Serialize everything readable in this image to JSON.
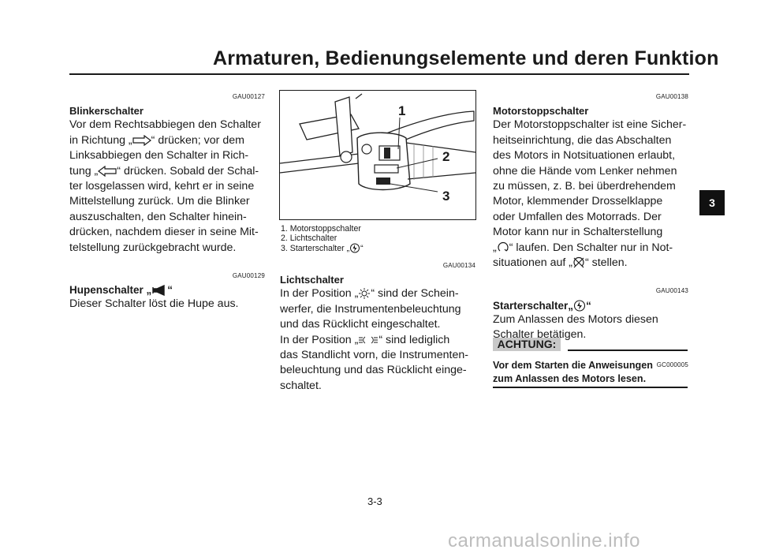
{
  "header": {
    "title": "Armaturen, Bedienungselemente und deren Funktion"
  },
  "chapter_tab": "3",
  "left": {
    "code1": "GAU00127",
    "heading1": "Blinkerschalter",
    "l1": [
      "Vor dem Rechtsabbiegen den Schalter"
    ],
    "l2a": "in Richtung „",
    "l2b": "“ drücken; vor dem",
    "l3": "Linksabbiegen den Schalter in Rich-",
    "l4a": "tung „",
    "l4b": "“ drücken. Sobald der Schal-",
    "l5": "ter losgelassen wird, kehrt er in seine",
    "l6": "Mittelstellung zurück. Um die Blinker",
    "l7": "auszuschalten, den Schalter hinein-",
    "l8": "drücken, nachdem dieser in seine Mit-",
    "l9": "telstellung zurückgebracht wurde.",
    "code2": "GAU00129",
    "heading2a": "Hupenschalter „",
    "heading2b": "“",
    "p2": "Dieser Schalter löst die Hupe aus."
  },
  "figure": {
    "callouts": [
      "1",
      "2",
      "3"
    ],
    "caption": [
      "1.  Motorstoppschalter",
      "2.  Lichtschalter",
      "3.  Starterschalter „"
    ],
    "caption_end": "“"
  },
  "middle": {
    "code": "GAU00134",
    "heading": "Lichtschalter",
    "l1a": "In der Position „",
    "l1b": "“ sind der Schein-",
    "l2": "werfer, die Instrumentenbeleuchtung",
    "l3": "und das Rücklicht eingeschaltet.",
    "l4a": "In der Position „",
    "l4b": "“ sind lediglich",
    "l5": "das Standlicht vorn, die Instrumenten-",
    "l6": "beleuchtung und das Rücklicht einge-",
    "l7": "schaltet."
  },
  "right": {
    "code1": "GAU00138",
    "heading1": "Motorstoppschalter",
    "l1": "Der Motorstoppschalter ist eine Sicher-",
    "l2": "heitseinrichtung, die das Abschalten",
    "l3": "des Motors in Notsituationen erlaubt,",
    "l4": "ohne die Hände vom Lenker nehmen",
    "l5": "zu müssen, z. B. bei überdrehendem",
    "l6": "Motor, klemmender Drosselklappe",
    "l7": "oder Umfallen des Motorrads. Der",
    "l8": "Motor kann nur in Schalterstellung",
    "l9a": "„",
    "l9b": "“ laufen. Den Schalter nur in Not-",
    "l10a": "situationen auf „",
    "l10b": "“ stellen.",
    "code2": "GAU00143",
    "heading2a": "Starterschalter„",
    "heading2b": "“",
    "p2": [
      "Zum Anlassen des Motors diesen",
      "Schalter betätigen."
    ],
    "code3": "GC000005",
    "attention_label": "ACHTUNG:",
    "attention_text": [
      "Vor dem Starten die Anweisungen",
      "zum Anlassen des Motors lesen."
    ]
  },
  "footer": {
    "page": "3-3",
    "watermark": "carmanualsonline.info"
  }
}
